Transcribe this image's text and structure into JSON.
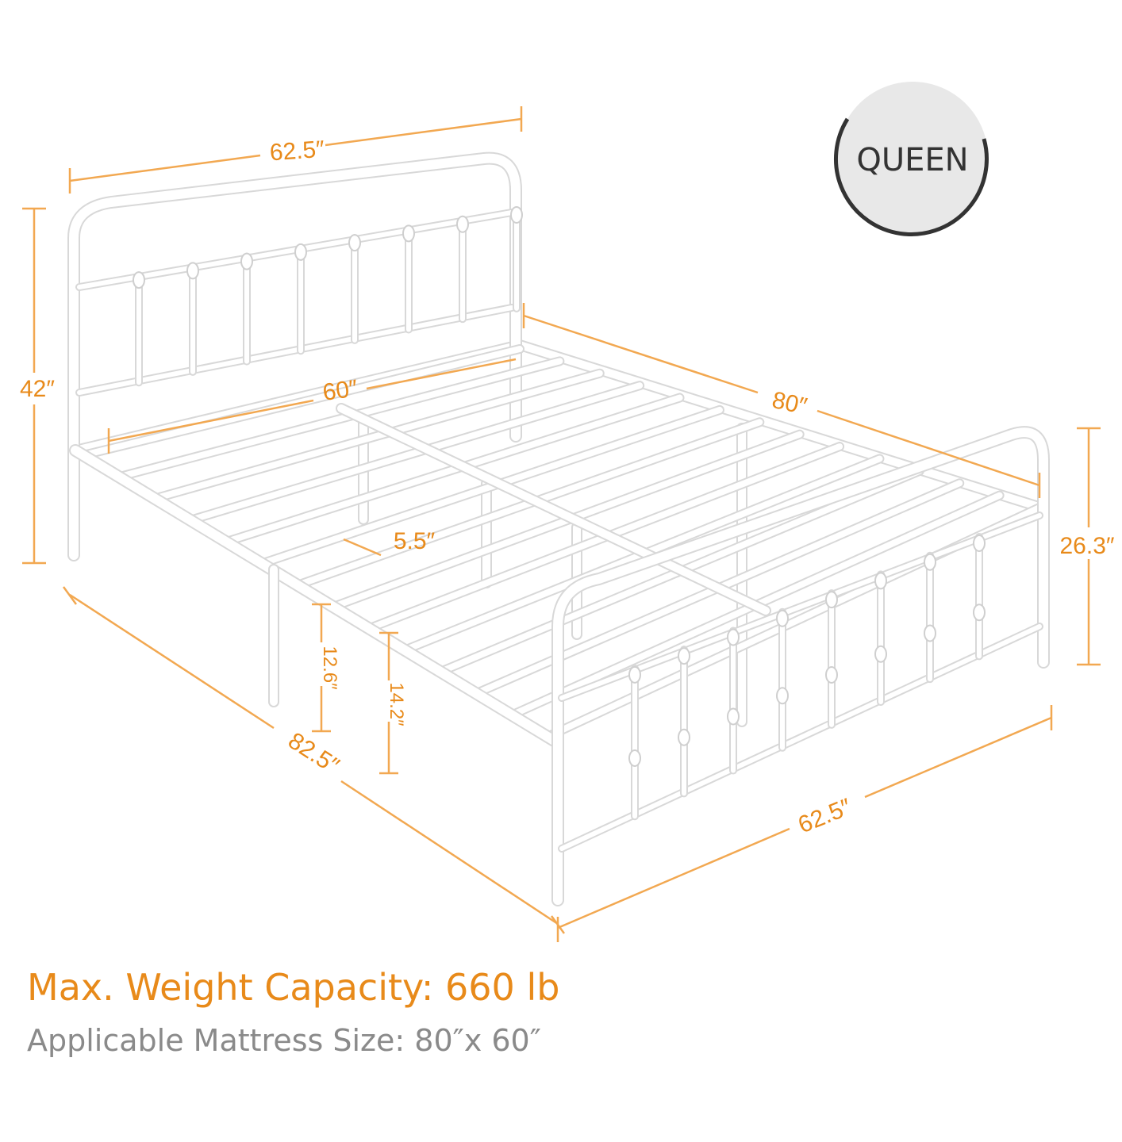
{
  "badge": {
    "label": "QUEEN"
  },
  "dimensions": {
    "headboard_width": "62.5″",
    "headboard_height": "42″",
    "inner_width": "60″",
    "length": "80″",
    "footboard_height": "26.3″",
    "slat_gap": "5.5″",
    "clearance_low": "12.6″",
    "clearance_high": "14.2″",
    "overall_length": "82.5″",
    "footboard_width": "62.5″"
  },
  "caption": {
    "weight": "Max. Weight Capacity: 660 lb",
    "mattress": "Applicable Mattress Size: 80″x 60″"
  },
  "colors": {
    "accent": "#e88a1a",
    "frame": "#f5f5f5",
    "badge_bg": "#e8e8e8"
  }
}
